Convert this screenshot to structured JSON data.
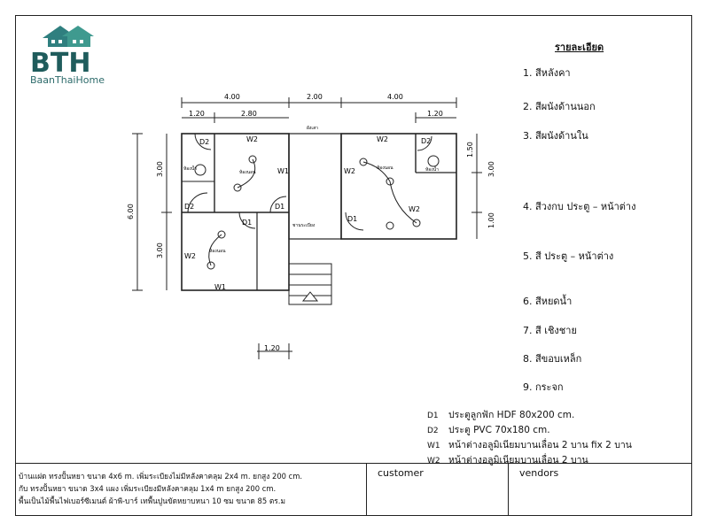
{
  "brand": {
    "logo_text": "BTH",
    "name": "BaanThaiHome"
  },
  "details": {
    "title": "รายละเอียด",
    "items": [
      "1. สีหลังคา",
      "2. สีผนังด้านนอก",
      "3. สีผนังด้านใน",
      "4. สีวงกบ ประตู – หน้าต่าง",
      "5. สี ประตู – หน้าต่าง",
      "6. สีหยดน้ำ",
      "7. สี เชิงชาย",
      "8. สีขอบเหล็ก",
      "9. กระจก"
    ]
  },
  "legend": [
    {
      "code": "D1",
      "text": "ประตูลูกฟัก HDF 80x200 cm."
    },
    {
      "code": "D2",
      "text": "ประตู PVC 70x180 cm."
    },
    {
      "code": "W1",
      "text": "หน้าต่างอลูมิเนียมบานเลื่อน 2 บาน fix 2 บาน"
    },
    {
      "code": "W2",
      "text": "หน้าต่างอลูมิเนียมบานเลื่อน 2 บาน"
    }
  ],
  "dimensions": {
    "top": [
      "4.00",
      "2.00",
      "4.00"
    ],
    "left_sub": [
      "1.20",
      "2.80"
    ],
    "right_sub": "1.20",
    "left_total": "6.00",
    "left_parts": [
      "3.00",
      "3.00"
    ],
    "right_parts": [
      "1.50",
      "3.00",
      "1.00"
    ],
    "bottom": "1.20"
  },
  "plan_labels": {
    "doors": [
      "D2",
      "D2",
      "D1",
      "D1",
      "D1",
      "D2"
    ],
    "windows": [
      "W2",
      "W1",
      "W2",
      "W1",
      "W2",
      "W2",
      "W2"
    ],
    "rooms": [
      "ห้องนอน",
      "ห้องน้ำ",
      "ห้องนอน",
      "ห้องน้ำ",
      "ห้องนอน",
      "ชานระเบียง"
    ],
    "note": "ผังเสา"
  },
  "footer": {
    "description_lines": [
      "บ้านแฝด ทรงปั้นหยา ขนาด 4x6 m. เพิ่มระเบียงไม่มีหลังคาคลุม 2x4 m. ยกสูง 200 cm.",
      "กับ ทรงปั้นหยา ขนาด 3x4 แผง เพิ่มระเบียงมีหลังคาคลุม 1x4 m ยกสูง 200 cm.",
      "พื้นเป็นไม้พื้นไฟเบอร์ซีเมนต์ ผ้าพี-บาร์ เทพื้นปูนขัดหยาบหนา 10 ซม ขนาด 85 ตร.ม"
    ],
    "customer_label": "customer",
    "vendors_label": "vendors"
  },
  "colors": {
    "logo": "#2f7f7f",
    "logo_dark": "#1f5c5c",
    "line": "#222222"
  }
}
